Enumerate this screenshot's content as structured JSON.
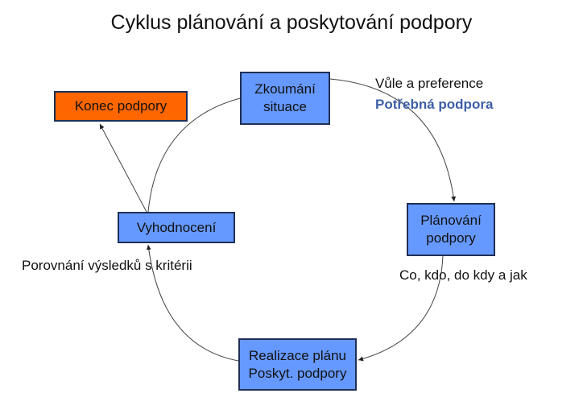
{
  "title": "Cyklus plánování a poskytování podpory",
  "nodes": {
    "zkoumani": {
      "line1": "Zkoumání",
      "line2": "situace"
    },
    "planovani": {
      "line1": "Plánování",
      "line2": "podpory"
    },
    "realizace": {
      "line1": "Realizace plánu",
      "line2": "Poskyt. podpory"
    },
    "vyhodnoceni": {
      "line1": "Vyhodnocení"
    },
    "konec": {
      "line1": "Konec podpory"
    }
  },
  "annotations": {
    "vule": "Vůle a preference",
    "potrebna": "Potřebná podpora",
    "co_kdo": "Co, kdo, do kdy a jak",
    "porovnani": "Porovnání výsledků s kritérii"
  },
  "colors": {
    "node": "#6699ff",
    "end": "#ff6600",
    "accent": "#3d5fa8"
  }
}
